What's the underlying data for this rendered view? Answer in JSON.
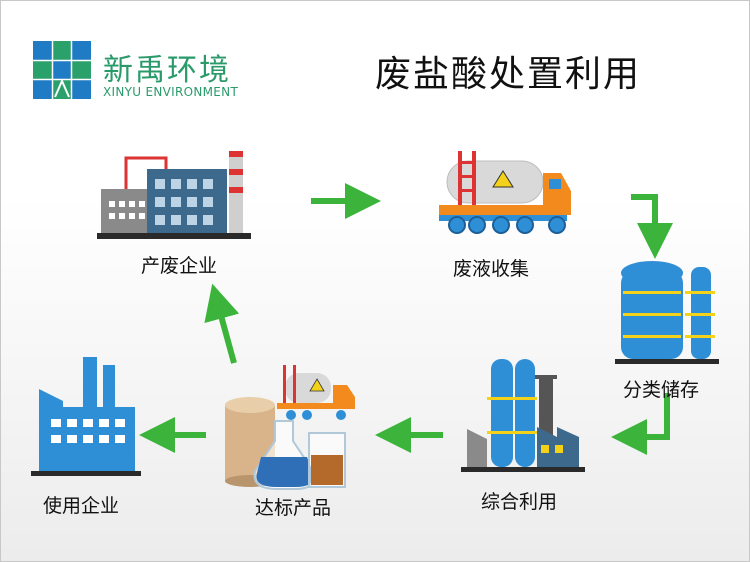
{
  "brand": {
    "name_cn": "新禹环境",
    "name_en": "XINYU ENVIRONMENT"
  },
  "title": "废盐酸处置利用",
  "steps": [
    {
      "label": "产废企业",
      "icon": "factory-icon"
    },
    {
      "label": "废液收集",
      "icon": "tanker-truck-icon"
    },
    {
      "label": "分类储存",
      "icon": "storage-tanks-icon"
    },
    {
      "label": "综合利用",
      "icon": "processing-plant-icon"
    },
    {
      "label": "达标产品",
      "icon": "product-flasks-icon"
    },
    {
      "label": "使用企业",
      "icon": "user-factory-icon"
    }
  ],
  "colors": {
    "arrow": "#3cb43c",
    "brand": "#2a9a6a",
    "blue": "#2e8fd6",
    "orange": "#f28a1e"
  }
}
